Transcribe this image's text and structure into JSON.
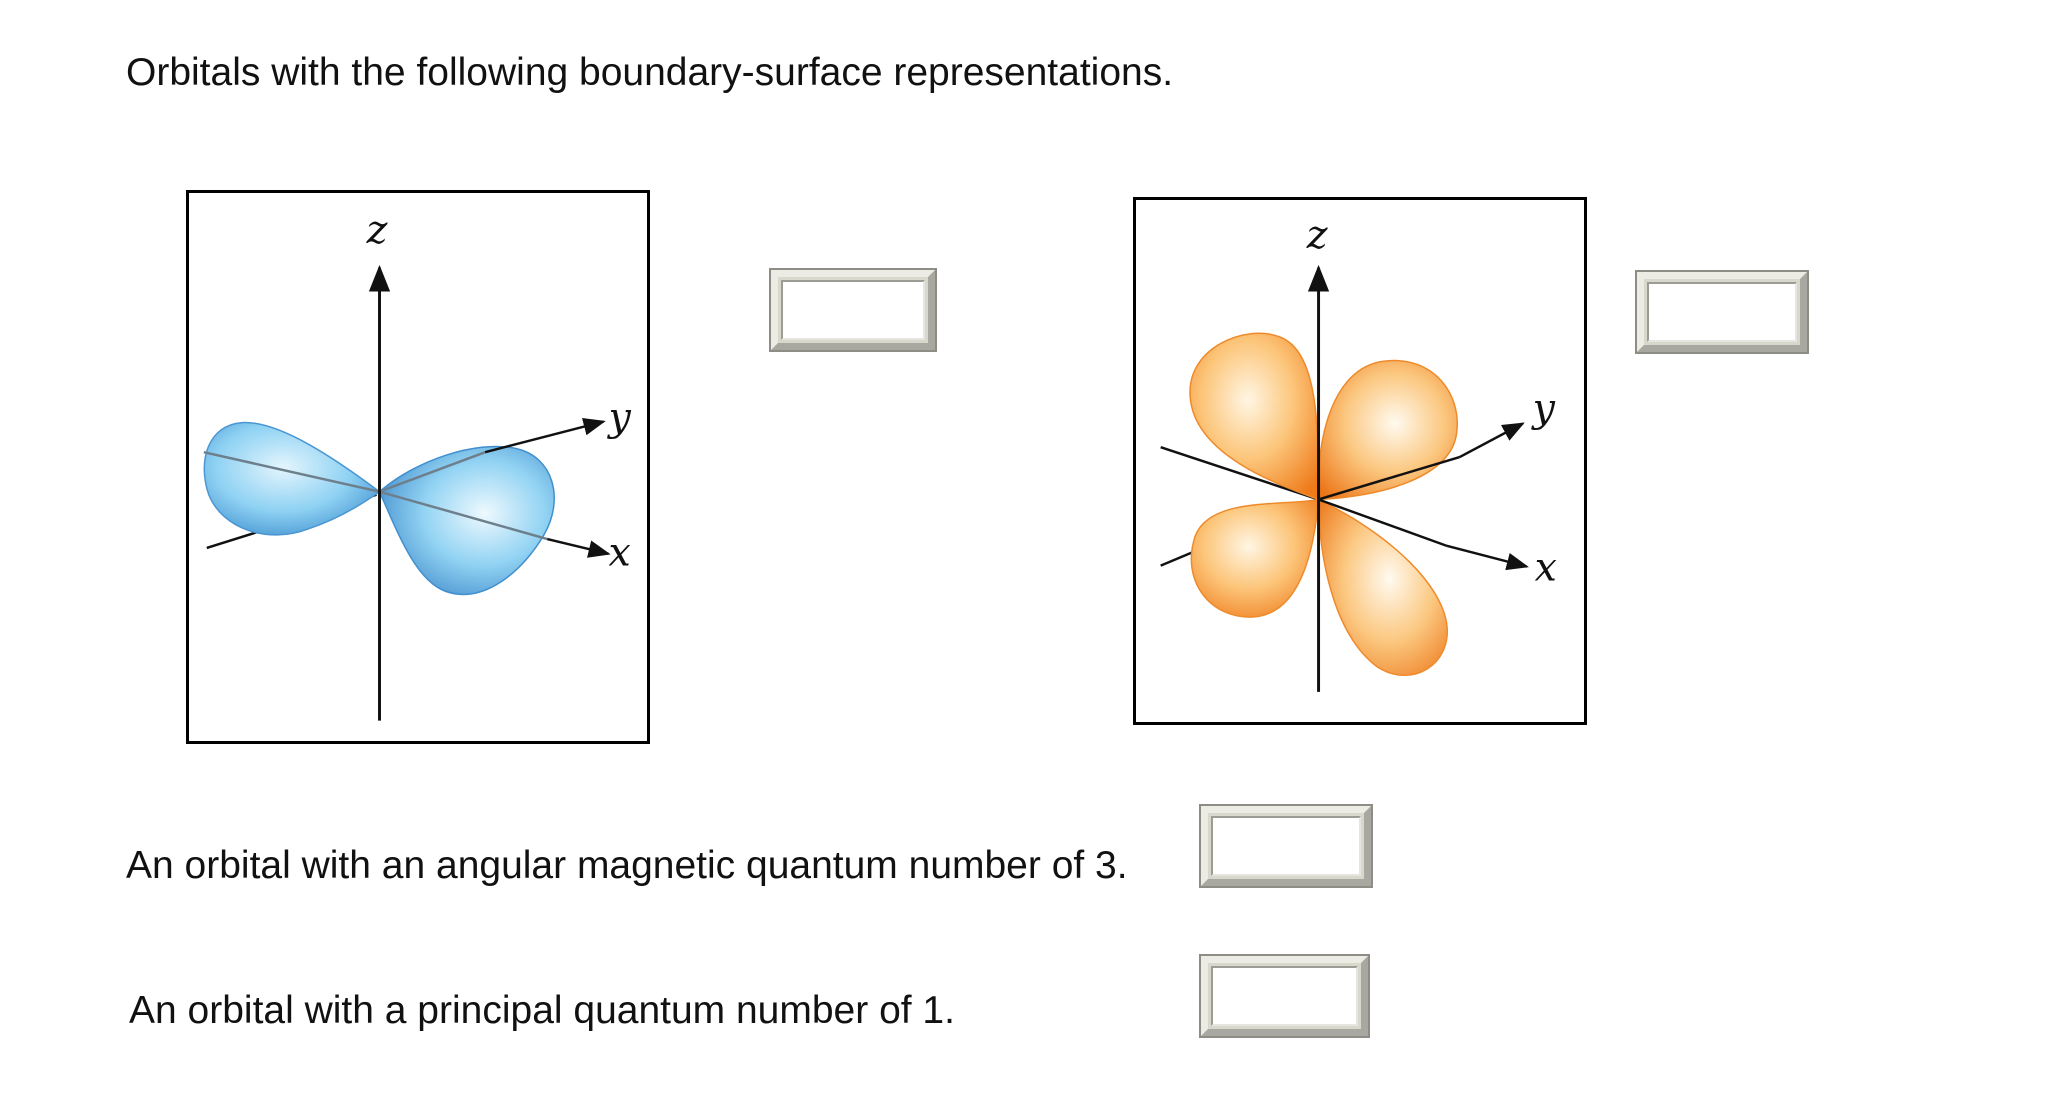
{
  "prompt": {
    "title": "Orbitals with the following boundary-surface representations."
  },
  "figures": [
    {
      "axes": {
        "z": "z",
        "y": "y",
        "x": "x"
      },
      "colors": {
        "lobe": "#7cc8ef",
        "lobe_edge": "#3f8fcf",
        "lobe_highlight": "#e4f5fd"
      }
    },
    {
      "axes": {
        "z": "z",
        "y": "y",
        "x": "x"
      },
      "colors": {
        "lobe": "#fbb45a",
        "lobe_edge": "#ef7a1a",
        "lobe_highlight": "#fff6e4"
      }
    }
  ],
  "questions": {
    "q3": "An orbital with an angular magnetic quantum number of 3.",
    "q4": "An orbital with a principal quantum number of 1."
  },
  "answers": {
    "figure1": "",
    "figure2": "",
    "q3": "",
    "q4": ""
  }
}
